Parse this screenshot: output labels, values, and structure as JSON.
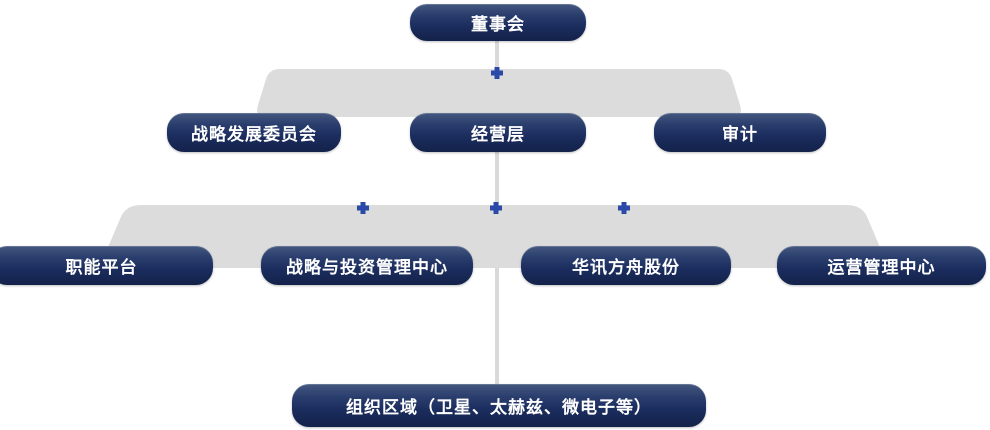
{
  "diagram": {
    "type": "org-chart",
    "nodes": {
      "board": {
        "label": "董事会"
      },
      "strategy_committee": {
        "label": "战略发展委员会"
      },
      "management": {
        "label": "经营层"
      },
      "audit": {
        "label": "审计"
      },
      "functional_platform": {
        "label": "职能平台"
      },
      "strategy_investment_center": {
        "label": "战略与投资管理中心"
      },
      "huaxun_ark_shares": {
        "label": "华讯方舟股份"
      },
      "operations_center": {
        "label": "运营管理中心"
      },
      "org_regions": {
        "label": "组织区域（卫星、太赫兹、微电子等）"
      }
    },
    "edges": [
      {
        "from": "board",
        "to": "strategy_committee"
      },
      {
        "from": "board",
        "to": "management"
      },
      {
        "from": "board",
        "to": "audit"
      },
      {
        "from": "management",
        "to": "functional_platform"
      },
      {
        "from": "management",
        "to": "strategy_investment_center"
      },
      {
        "from": "management",
        "to": "huaxun_ark_shares"
      },
      {
        "from": "management",
        "to": "operations_center"
      },
      {
        "from": "management",
        "to": "org_regions"
      }
    ],
    "colors": {
      "node_gradient_top": "#44577f",
      "node_gradient_bottom": "#13224a",
      "band_gray": "#dcdcdc",
      "connector_gray": "#d9d9d9",
      "junction_blue": "#2b49a7",
      "node_text": "#ffffff"
    },
    "icons": {
      "junction": "cross-junction-icon"
    }
  }
}
